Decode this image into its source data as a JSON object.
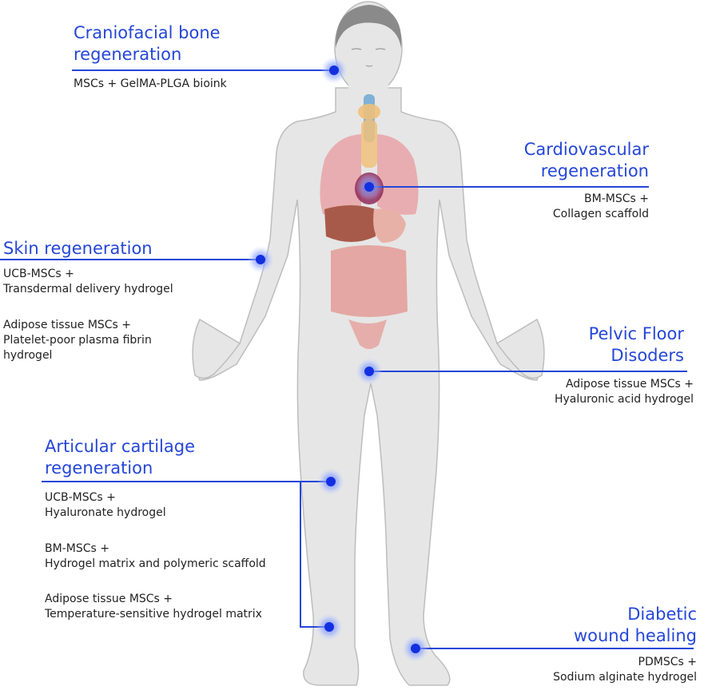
{
  "annotations": [
    {
      "id": "craniofacial",
      "title": "Craniofacial bone\nregeneration",
      "treatments": [
        "MSCs + GelMA-PLGA bioink"
      ]
    },
    {
      "id": "cardiovascular",
      "title": "Cardiovascular\nregeneration",
      "treatments": [
        "BM-MSCs +\nCollagen scaffold"
      ]
    },
    {
      "id": "skin",
      "title": "Skin regeneration",
      "treatments": [
        "UCB-MSCs +\nTransdermal delivery hydrogel",
        "Adipose tissue MSCs +\nPlatelet-poor plasma fibrin\nhydrogel"
      ]
    },
    {
      "id": "pelvic",
      "title": "Pelvic Floor\nDisoders",
      "treatments": [
        "Adipose tissue MSCs +\nHyaluronic acid hydrogel"
      ]
    },
    {
      "id": "cartilage",
      "title": "Articular cartilage\nregeneration",
      "treatments": [
        "UCB-MSCs +\nHyaluronate hydrogel",
        "BM-MSCs +\nHydrogel matrix and polymeric scaffold",
        "Adipose tissue MSCs +\nTemperature-sensitive hydrogel matrix"
      ]
    },
    {
      "id": "diabetic",
      "title": "Diabetic\nwound healing",
      "treatments": [
        "PDMSCs +\nSodium alginate hydrogel"
      ]
    }
  ],
  "colors": {
    "accent": "#2546d8",
    "marker_core": "#1330e0",
    "marker_glow": "#8ea6ff",
    "body_fill": "#e6e6e6",
    "body_stroke": "#bdbdbd",
    "organ_pink": "#e8a2a6",
    "liver": "#a85a4a",
    "intestine": "#e4a7a3",
    "trachea": "#7fb2d6",
    "thyroid": "#f0c07a"
  }
}
